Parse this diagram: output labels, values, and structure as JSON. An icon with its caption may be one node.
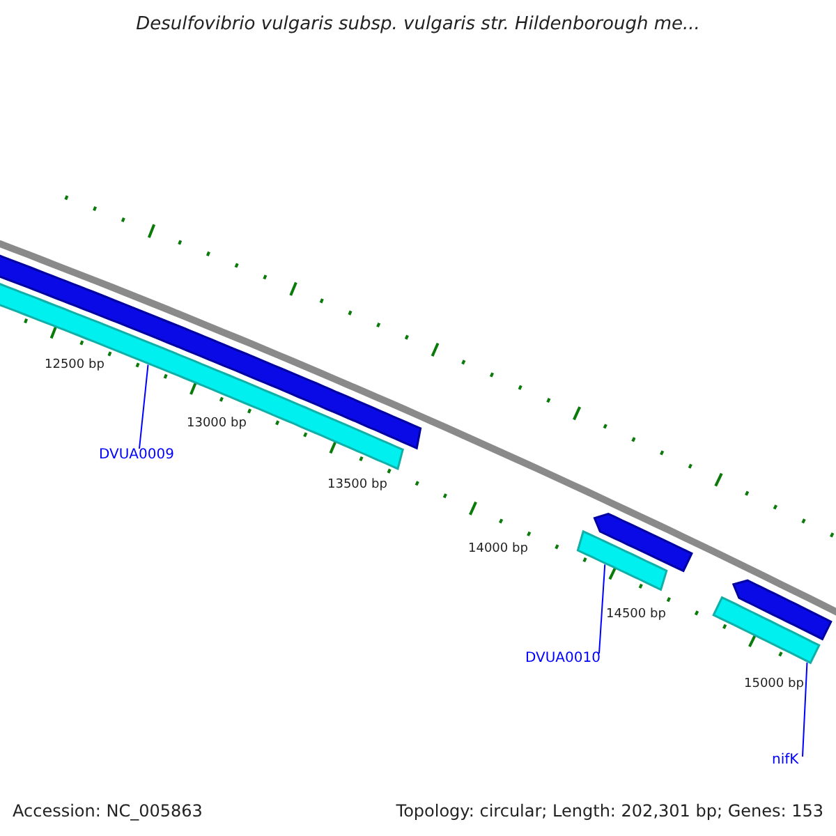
{
  "diagram": {
    "title": "Desulfovibrio vulgaris subsp. vulgaris str. Hildenborough me...",
    "nodes": [
      {
        "text": [],
        "shape": "bar"
      },
      {
        "text": [],
        "shape": "bar"
      },
      {
        "text": [
          "DVUA0009"
        ]
      },
      {
        "text": [],
        "shape": "bar"
      },
      {
        "text": [],
        "shape": "bar"
      },
      {
        "text": [
          "DVUA0010"
        ]
      },
      {
        "text": [],
        "shape": "bar"
      },
      {
        "text": [],
        "shape": "bar"
      },
      {
        "text": [
          "nifK"
        ]
      }
    ],
    "edges": [
      {
        "from": 2,
        "to": 1,
        "arrow": "none"
      },
      {
        "from": 5,
        "to": 4,
        "arrow": "none"
      },
      {
        "from": 8,
        "to": 7,
        "arrow": "none"
      }
    ],
    "labels": [
      "12500 bp",
      "13000 bp",
      "13500 bp",
      "14000 bp",
      "14500 bp",
      "15000 bp",
      "Accession: NC_005863",
      "Topology: circular; Length: 202,301 bp; Genes: 153"
    ]
  }
}
